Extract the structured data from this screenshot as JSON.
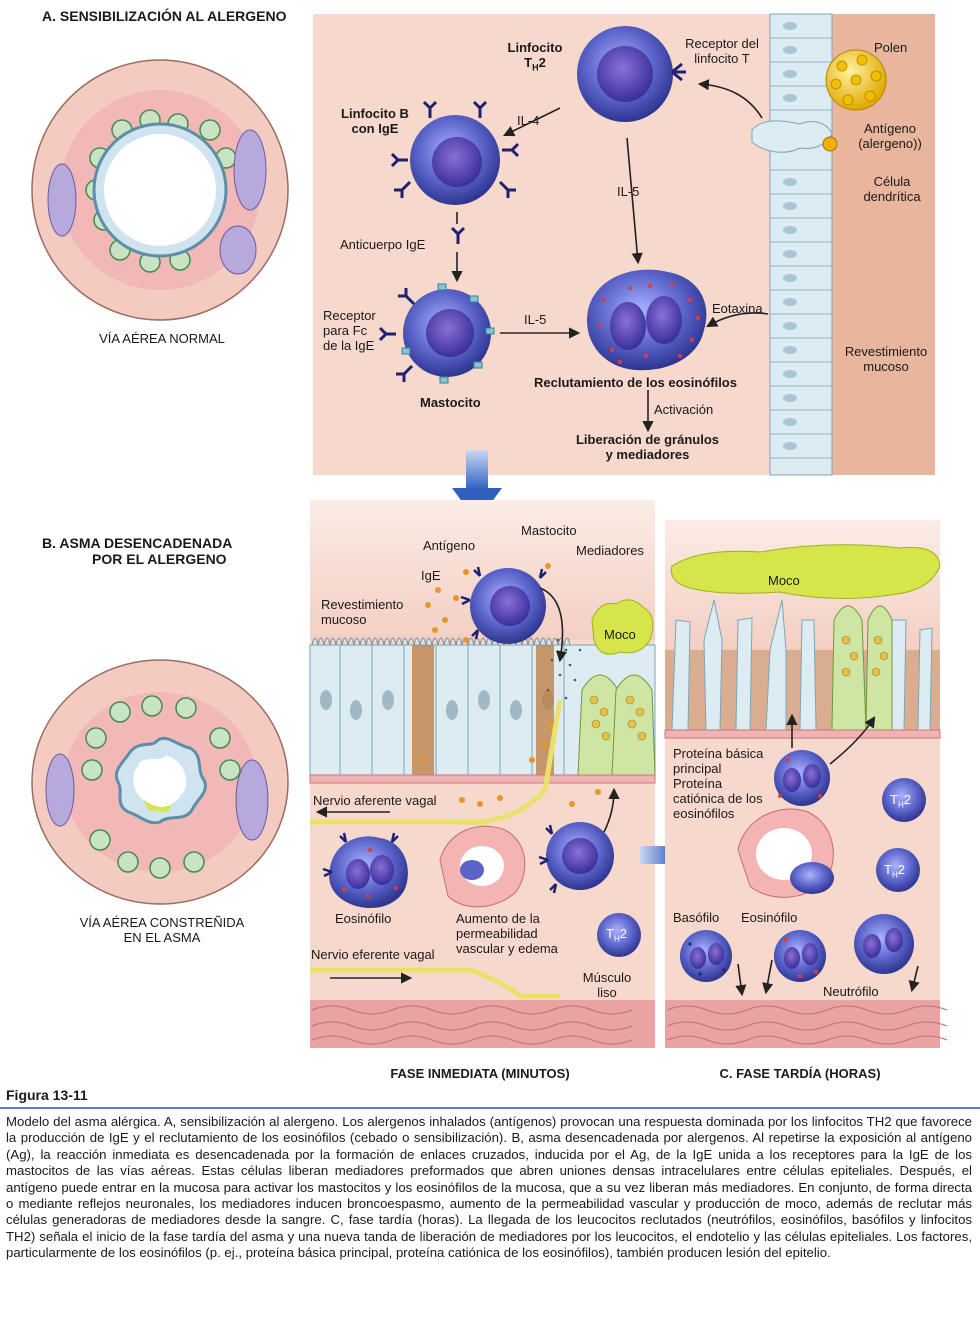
{
  "section_a": {
    "title": "A. SENSIBILIZACIÓN AL ALERGENO",
    "normal_airway_label": "VÍA AÉREA NORMAL",
    "labels": {
      "th2_line1": "Linfocito",
      "th2_line2": "T",
      "th2_sub": "H",
      "th2_end": "2",
      "t_receptor_line1": "Receptor del",
      "t_receptor_line2": "linfocito T",
      "pollen": "Polen",
      "b_cell_line1": "Linfocito B",
      "b_cell_line2": "con IgE",
      "il4": "IL-4",
      "antigen_line1": "Antígeno",
      "antigen_line2": "(alergeno))",
      "dendritic_line1": "Célula",
      "dendritic_line2": "dendrítica",
      "il5_top": "IL-5",
      "ige_antibody": "Anticuerpo IgE",
      "fc_receptor_line1": "Receptor",
      "fc_receptor_line2": "para Fc",
      "fc_receptor_line3": "de la IgE",
      "il5_mid": "IL-5",
      "eotaxin": "Eotaxina",
      "mucosal_line1": "Revestimiento",
      "mucosal_line2": "mucoso",
      "mast_cell": "Mastocito",
      "eos_recruit": "Reclutamiento de los eosinófilos",
      "activation": "Activación",
      "release_line1": "Liberación de gránulos",
      "release_line2": "y mediadores"
    }
  },
  "section_b": {
    "title_line1": "B.  ASMA DESENCADENADA",
    "title_line2": "POR EL ALERGENO",
    "constricted_line1": "VÍA AÉREA CONSTREÑIDA",
    "constricted_line2": "EN EL ASMA",
    "labels": {
      "antigen": "Antígeno",
      "mast_cell": "Mastocito",
      "mediators": "Mediadores",
      "ige": "IgE",
      "mucosal_line1": "Revestimiento",
      "mucosal_line2": "mucoso",
      "mucus": "Moco",
      "afferent": "Nervio aferente vagal",
      "eosinophil": "Eosinófilo",
      "permeability_line1": "Aumento de la",
      "permeability_line2": "permeabilidad",
      "permeability_line3": "vascular y edema",
      "efferent": "Nervio eferente vagal",
      "th2": "T",
      "th2_sub": "H",
      "th2_end": "2",
      "smooth_line1": "Músculo",
      "smooth_line2": "liso"
    },
    "phase_caption": "FASE INMEDIATA (MINUTOS)"
  },
  "section_c": {
    "labels": {
      "mucus": "Moco",
      "mbp_line1": "Proteína básica",
      "mbp_line2": "principal",
      "ecp_line1": "Proteína",
      "ecp_line2": "catiónica de los",
      "ecp_line3": "eosinófilos",
      "basophil": "Basófilo",
      "eosinophil": "Eosinófilo",
      "neutrophil": "Neutrófilo",
      "th2": "T",
      "th2_sub": "H",
      "th2_end": "2"
    },
    "phase_caption": "C.  FASE TARDÍA (HORAS)"
  },
  "figure": {
    "label": "Figura 13-11",
    "caption": "Modelo del asma alérgica. A, sensibilización al alergeno. Los alergenos inhalados (antígenos) provocan una respuesta dominada por los linfocitos TH2 que favorece la producción de IgE y el reclutamiento de los eosinófilos (cebado o sensibilización). B, asma desencadenada por alergenos. Al repetirse la exposición al antígeno (Ag), la reacción inmediata es desencadenada por la formación de enlaces cruzados, inducida por el Ag, de la IgE unida a los receptores para la IgE de los mastocitos de las vías aéreas. Estas células liberan mediadores preformados que abren uniones densas intracelulares entre células epiteliales. Después, el antígeno puede entrar en la mucosa para activar los mastocitos y los eosinófilos de la mucosa, que a su vez liberan más mediadores. En conjunto, de forma directa o mediante reflejos neuronales, los mediadores inducen broncoespasmo, aumento de la permeabilidad vascular y producción de moco, además de reclutar más células generadoras de mediadores desde la sangre. C, fase tardía (horas). La llegada de los leucocitos reclutados (neutrófilos, eosinófilos, basófilos y linfocitos TH2) señala el inicio de la fase tardía del asma y una nueva tanda de liberación de mediadores por los leucocitos, el endotelio y las células epiteliales. Los factores, particularmente de los eosinófilos (p. ej., proteína básica principal, proteína catiónica de los eosinófilos), también producen lesión del epitelio."
  },
  "colors": {
    "panel_bg": "#f7ddd3",
    "cell_blue": "#5a63c8",
    "epithelium": "#dfeef2",
    "mucus": "#d6e64a",
    "muscle": "#e9a3a3",
    "rule": "#5b7fc0"
  }
}
